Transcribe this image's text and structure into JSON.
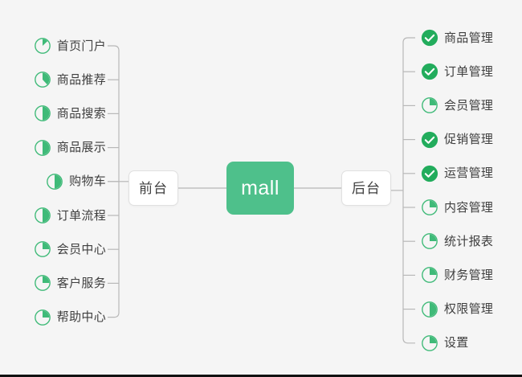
{
  "diagram": {
    "title": "mall",
    "background_color": "#f5f5f5",
    "root": {
      "label": "mall",
      "fill_color": "#4ec08b",
      "text_color": "#ffffff"
    },
    "branches": [
      {
        "id": "frontend",
        "label": "前台",
        "side": "left"
      },
      {
        "id": "backend",
        "label": "后台",
        "side": "right"
      }
    ],
    "connector_color": "#b8b8b8",
    "colors": {
      "accent_green": "#4ec08b",
      "done_green": "#22ac5c",
      "ring_green": "#3fba78",
      "text_gray": "#3f3f3f",
      "node_border": "#e0e0e0",
      "node_fill": "#ffffff"
    },
    "left_items": [
      {
        "label": "首页门户",
        "icon": "pie-progress-icon",
        "progress": 13,
        "state": "in-progress"
      },
      {
        "label": "商品推荐",
        "icon": "pie-progress-icon",
        "progress": 38,
        "state": "in-progress"
      },
      {
        "label": "商品搜索",
        "icon": "pie-progress-icon",
        "progress": 50,
        "state": "in-progress"
      },
      {
        "label": "商品展示",
        "icon": "pie-progress-icon",
        "progress": 50,
        "state": "in-progress"
      },
      {
        "label": "购物车",
        "icon": "pie-progress-icon",
        "progress": 50,
        "state": "in-progress"
      },
      {
        "label": "订单流程",
        "icon": "pie-progress-icon",
        "progress": 50,
        "state": "in-progress"
      },
      {
        "label": "会员中心",
        "icon": "pie-progress-icon",
        "progress": 25,
        "state": "in-progress"
      },
      {
        "label": "客户服务",
        "icon": "pie-progress-icon",
        "progress": 25,
        "state": "in-progress"
      },
      {
        "label": "帮助中心",
        "icon": "pie-progress-icon",
        "progress": 25,
        "state": "in-progress"
      }
    ],
    "right_items": [
      {
        "label": "商品管理",
        "icon": "check-circle-icon",
        "progress": 100,
        "state": "done"
      },
      {
        "label": "订单管理",
        "icon": "check-circle-icon",
        "progress": 100,
        "state": "done"
      },
      {
        "label": "会员管理",
        "icon": "pie-progress-icon",
        "progress": 25,
        "state": "in-progress"
      },
      {
        "label": "促销管理",
        "icon": "check-circle-icon",
        "progress": 100,
        "state": "done"
      },
      {
        "label": "运营管理",
        "icon": "check-circle-icon",
        "progress": 100,
        "state": "done"
      },
      {
        "label": "内容管理",
        "icon": "pie-progress-icon",
        "progress": 25,
        "state": "in-progress"
      },
      {
        "label": "统计报表",
        "icon": "pie-progress-icon",
        "progress": 25,
        "state": "in-progress"
      },
      {
        "label": "财务管理",
        "icon": "pie-progress-icon",
        "progress": 25,
        "state": "in-progress"
      },
      {
        "label": "权限管理",
        "icon": "pie-progress-icon",
        "progress": 50,
        "state": "in-progress"
      },
      {
        "label": "设置",
        "icon": "pie-progress-icon",
        "progress": 25,
        "state": "in-progress"
      }
    ]
  }
}
